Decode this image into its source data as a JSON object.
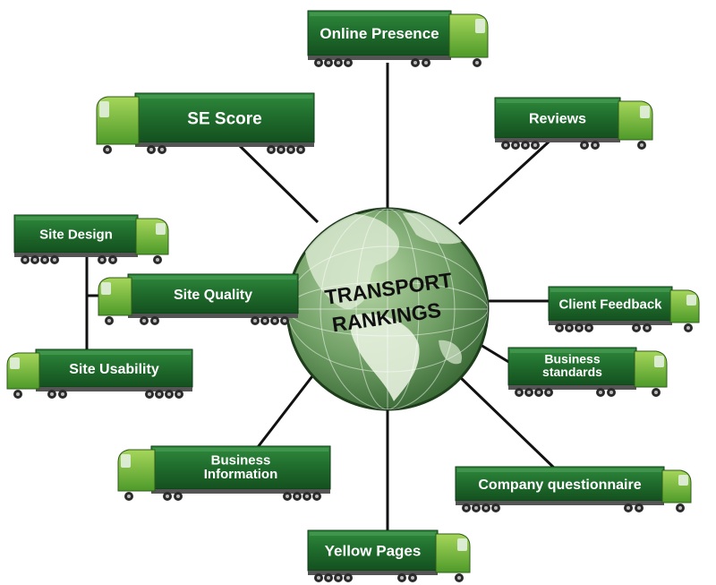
{
  "hub": {
    "line1": "TRANSPORT",
    "line2": "RANKINGS"
  },
  "trucks": {
    "online_presence": [
      "Online Presence"
    ],
    "se_score": [
      "SE Score"
    ],
    "reviews": [
      "Reviews"
    ],
    "site_design": [
      "Site Design"
    ],
    "site_quality": [
      "Site Quality"
    ],
    "site_usability": [
      "Site Usability"
    ],
    "client_feedback": [
      "Client Feedback"
    ],
    "business_standards": [
      "Business",
      "standards"
    ],
    "business_information": [
      "Business",
      "Information"
    ],
    "company_questionnaire": [
      "Company questionnaire"
    ],
    "yellow_pages": [
      "Yellow Pages"
    ]
  },
  "colors": {
    "trailer": "#1f6b2c",
    "trailer_light": "#3d8f45",
    "cab": "#7cbf3c",
    "globe_ocean": "#6f9e64",
    "globe_land": "#d8e8cf",
    "line": "#111111"
  }
}
